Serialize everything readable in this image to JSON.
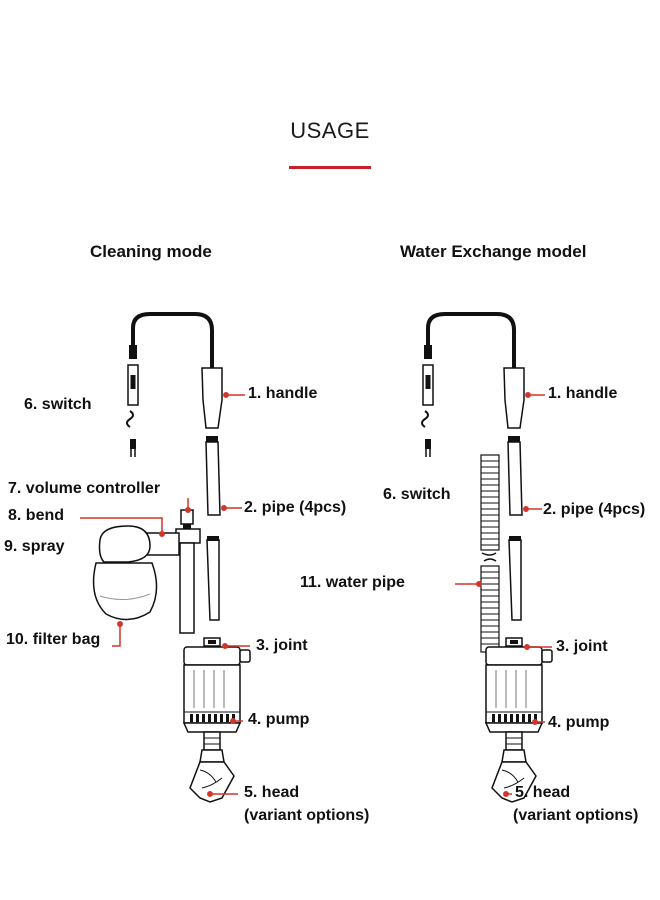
{
  "title": "USAGE",
  "colors": {
    "accent": "#c8202a",
    "line": "#111111",
    "leader": "#d2352a"
  },
  "left_panel": {
    "title": "Cleaning mode",
    "labels": {
      "handle": "1. handle",
      "pipe": "2. pipe (4pcs)",
      "joint": "3. joint",
      "pump": "4. pump",
      "head": "5. head",
      "head_note": "(variant options)",
      "switch": "6. switch",
      "volume_controller": "7. volume controller",
      "bend": "8. bend",
      "spray": "9. spray",
      "filter_bag": "10. filter bag"
    }
  },
  "right_panel": {
    "title": "Water Exchange model",
    "labels": {
      "handle": "1. handle",
      "pipe": "2. pipe (4pcs)",
      "joint": "3. joint",
      "pump": "4. pump",
      "head": "5. head",
      "head_note": "(variant options)",
      "switch": "6. switch",
      "water_pipe": "11. water pipe"
    }
  }
}
